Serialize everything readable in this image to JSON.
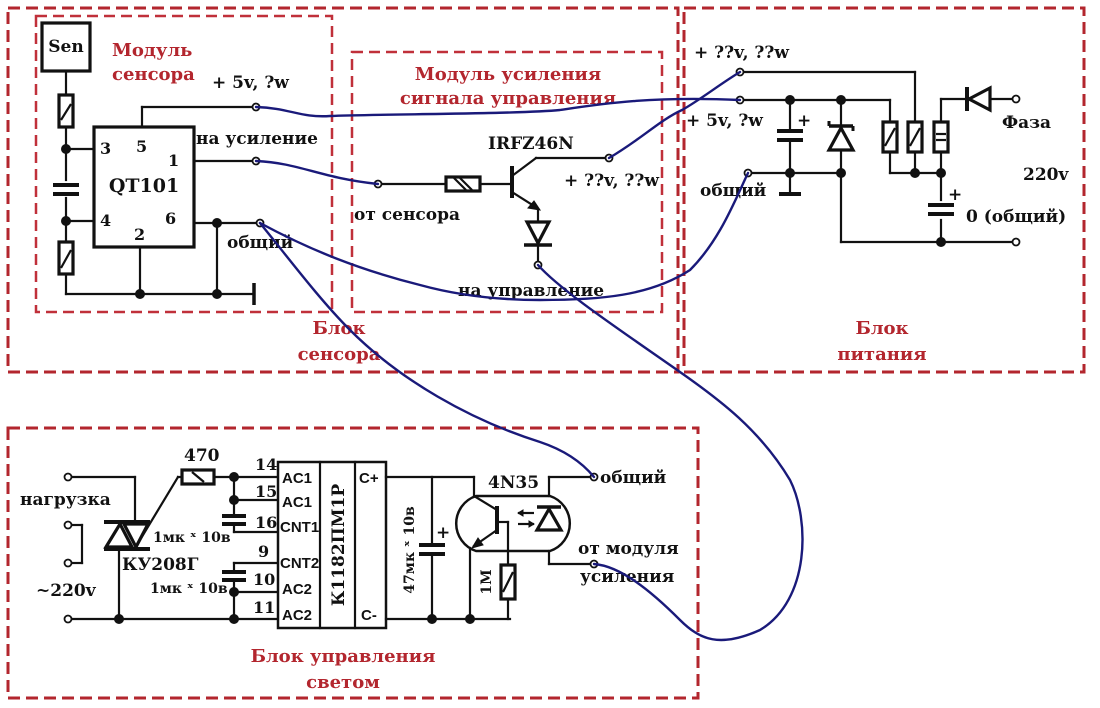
{
  "blocks": {
    "sensor_block": {
      "title_line1": "Блок",
      "title_line2": "сенсора"
    },
    "sensor_module": {
      "title_line1": "Модуль",
      "title_line2": "сенсора"
    },
    "amp_module": {
      "title_line1": "Модуль усиления",
      "title_line2": "сигнала управления"
    },
    "power_block": {
      "title_line1": "Блок",
      "title_line2": "питания"
    },
    "light_block": {
      "title_line1": "Блок управления",
      "title_line2": "светом"
    }
  },
  "sensor_module": {
    "sensor_label": "Sen",
    "ic_label": "QT101",
    "pins": {
      "p1": "1",
      "p2": "2",
      "p3": "3",
      "p4": "4",
      "p5": "5",
      "p6": "6"
    },
    "terminals": {
      "plus5": "+ 5v, ?w",
      "to_amp": "на усиление",
      "common": "общий"
    }
  },
  "amp_module": {
    "transistor_label": "IRFZ46N",
    "terminals": {
      "from_sensor": "от сенсора",
      "plus_supply": "+ ??v, ??w",
      "to_control": "на управление"
    }
  },
  "power_block": {
    "terminals": {
      "plus_high": "+ ??v, ??w",
      "plus5": "+ 5v, ?w",
      "common": "общий",
      "phase": "Фаза",
      "mains": "220v",
      "zero": "0 (общий)"
    },
    "cap_polarity": "+"
  },
  "light_block": {
    "load_label": "нагрузка",
    "mains_label": "~220v",
    "triac_label": "КУ208Г",
    "resistor_label": "470",
    "cap1_label": "1мк ˣ 10в",
    "cap2_label": "1мк ˣ 10в",
    "ic_label": "К1182ПМ1Р",
    "ic_pins_left": [
      {
        "num": "14",
        "name": "AC1"
      },
      {
        "num": "15",
        "name": "AC1"
      },
      {
        "num": "16",
        "name": "CNT1"
      },
      {
        "num": "9",
        "name": "CNT2"
      },
      {
        "num": "10",
        "name": "AC2"
      },
      {
        "num": "11",
        "name": "AC2"
      }
    ],
    "ic_pins_right": {
      "top": "C+",
      "bottom": "C-"
    },
    "cap3_label": "47мк ˣ 10в",
    "cap_polarity": "+",
    "resistor2_label": "1M",
    "optocoupler_label": "4N35",
    "terminals": {
      "common": "общий",
      "from_amp_line1": "от модуля",
      "from_amp_line2": "усиления"
    }
  },
  "colors": {
    "frame": "#b3262e",
    "jumper_wire": "#1a1a7a",
    "schematic": "#111111"
  }
}
